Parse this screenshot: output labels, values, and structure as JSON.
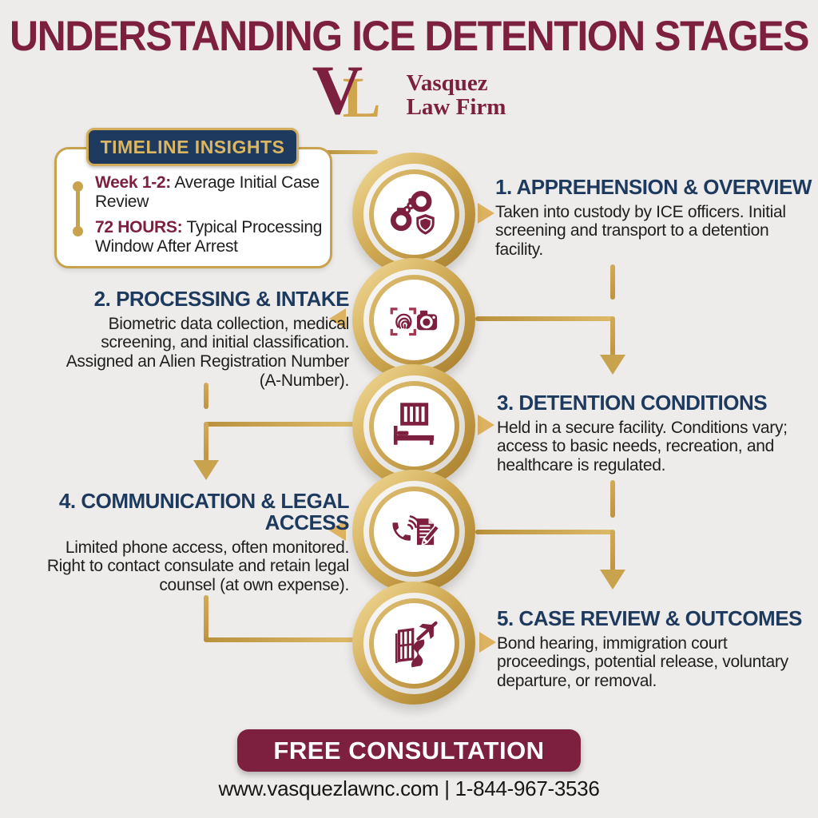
{
  "title": "UNDERSTANDING ICE DETENTION STAGES",
  "logo": {
    "monogram_v": "V",
    "monogram_l": "L",
    "name_line1": "Vasquez",
    "name_line2": "Law Firm"
  },
  "insights": {
    "header": "TIMELINE INSIGHTS",
    "items": [
      {
        "highlight": "Week 1-2:",
        "text": " Average Initial Case Review"
      },
      {
        "highlight": "72 HOURS:",
        "text": " Typical Processing Window After Arrest"
      }
    ]
  },
  "stages": [
    {
      "number": "1.",
      "title": "APPREHENSION & OVERVIEW",
      "description": "Taken into custody by ICE officers. Initial screening and transport to a detention facility.",
      "icon": "handcuffs-shield-icon",
      "side": "right"
    },
    {
      "number": "2.",
      "title": "PROCESSING & INTAKE",
      "description": "Biometric data collection, medical screening, and initial classification. Assigned an Alien Registration Number (A-Number).",
      "icon": "fingerprint-camera-icon",
      "side": "left"
    },
    {
      "number": "3.",
      "title": "DETENTION CONDITIONS",
      "description": "Held in a secure facility. Conditions vary; access to basic needs, recreation, and healthcare is regulated.",
      "icon": "jail-bars-bed-icon",
      "side": "right"
    },
    {
      "number": "4.",
      "title": "COMMUNICATION & LEGAL ACCESS",
      "description": "Limited phone access, often monitored. Right to contact consulate and retain legal counsel (at own expense).",
      "icon": "phone-document-icon",
      "side": "left"
    },
    {
      "number": "5.",
      "title": "CASE REVIEW & OUTCOMES",
      "description": "Bond hearing, immigration court proceedings, potential release, voluntary departure, or removal.",
      "icon": "gate-plane-road-icon",
      "side": "right"
    }
  ],
  "cta": {
    "label": "FREE CONSULTATION"
  },
  "footer": {
    "website": "www.vasquezlawnc.com",
    "separator": "|",
    "phone": "1-844-967-3536"
  },
  "colors": {
    "maroon": "#7d1f3e",
    "navy": "#1d3a5e",
    "gold": "#c9a24d",
    "gold_light": "#ddb260",
    "background": "#edecea",
    "text": "#1e1e1e",
    "white": "#ffffff"
  }
}
